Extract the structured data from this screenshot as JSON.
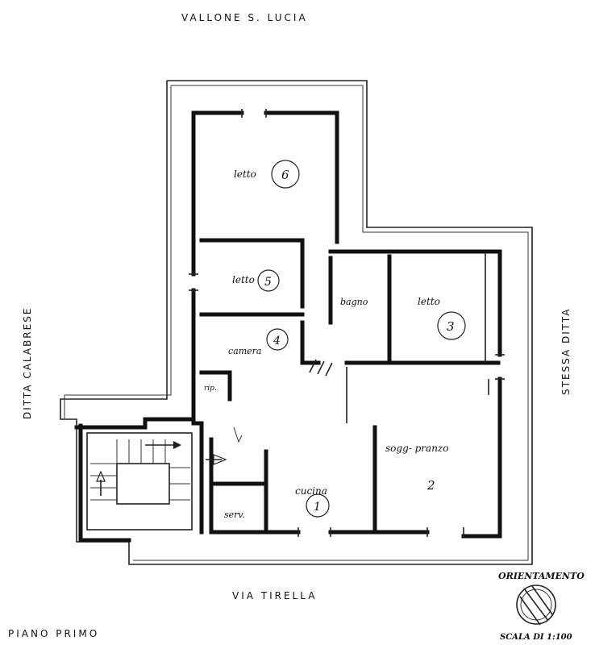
{
  "headings": {
    "top": "VALLONE S. LUCIA",
    "bottom": "VIA TIRELLA",
    "left": "DITTA CALABRESE",
    "right": "STESSA DITTA",
    "floor": "PIANO PRIMO",
    "orientation": "ORIENTAMENTO",
    "scale": "SCALA DI 1:100"
  },
  "rooms": [
    {
      "label": "letto",
      "number": "6"
    },
    {
      "label": "letto",
      "number": "5"
    },
    {
      "label": "camera",
      "number": "4"
    },
    {
      "label": "bagno",
      "number": ""
    },
    {
      "label": "letto",
      "number": "3"
    },
    {
      "label": "sogg- pranzo",
      "number": "2"
    },
    {
      "label": "cucina",
      "number": "1"
    },
    {
      "label": "serv.",
      "number": ""
    },
    {
      "label": "rip.",
      "number": ""
    }
  ]
}
